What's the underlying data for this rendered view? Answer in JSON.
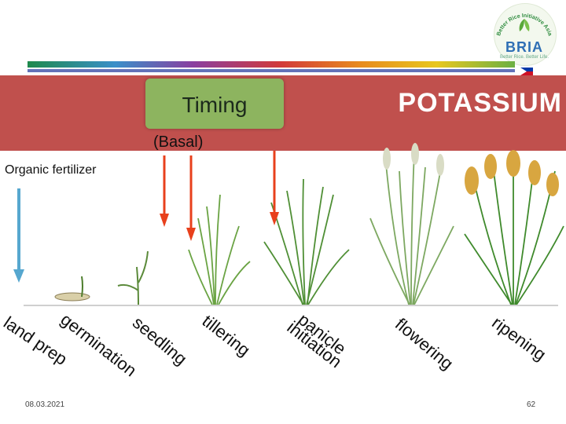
{
  "banner": {
    "timing": "Timing",
    "nutrient": "POTASSIUM",
    "basal": "(Basal)"
  },
  "organic_label": "Organic fertilizer",
  "logo": {
    "arc_text": "Better Rice Initiative Asia",
    "name": "BRIA",
    "tagline": "Better Rice. Better Life."
  },
  "stages": {
    "land_prep": "land prep",
    "germination": "germination",
    "seedling": "seedling",
    "tillering": "tillering",
    "panicle1": "panicle",
    "panicle2": "initiation",
    "flowering": "flowering",
    "ripening": "ripening"
  },
  "footer": {
    "date": "08.03.2021",
    "page": "62"
  },
  "colors": {
    "banner": "#c0504d",
    "timing_box": "#8db45f",
    "organic_arrow": "#56a7cf",
    "potassium_arrow": "#e8401c"
  }
}
